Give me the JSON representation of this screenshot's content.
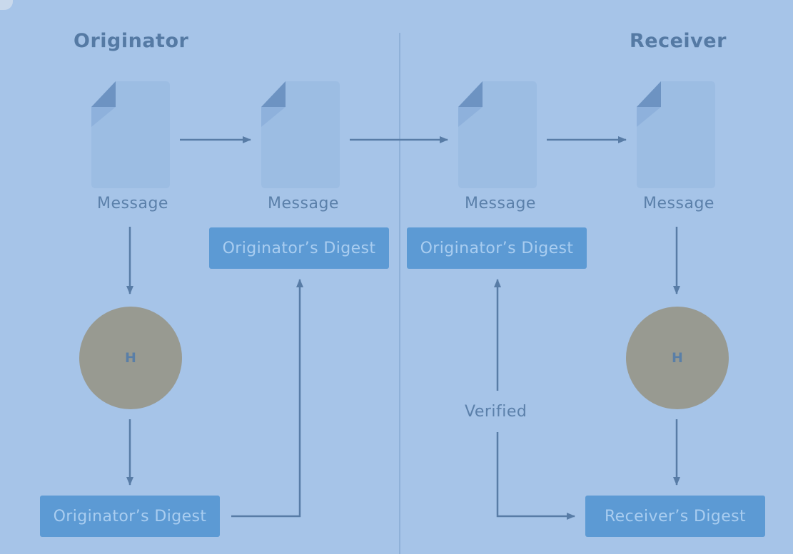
{
  "headings": {
    "originator": "Originator",
    "receiver": "Receiver"
  },
  "documents": [
    {
      "label": "Message"
    },
    {
      "label": "Message"
    },
    {
      "label": "Message"
    },
    {
      "label": "Message"
    }
  ],
  "digests": {
    "originator_bottom": "Originator’s Digest",
    "originator_sent": "Originator’s Digest",
    "originator_received": "Originator’s Digest",
    "receiver": "Receiver’s Digest"
  },
  "hash_nodes": {
    "originator": "H",
    "receiver": "H"
  },
  "verified_label": "Verified",
  "colors": {
    "background": "#a6c4e8",
    "document": "#9cbde3",
    "document_fold": "#6d93c2",
    "arrow": "#587ca6",
    "digest_box": "#5c9ad4",
    "digest_text": "#a9cdf0",
    "hash_circle": "#989a91",
    "heading_text": "#557aa4"
  }
}
